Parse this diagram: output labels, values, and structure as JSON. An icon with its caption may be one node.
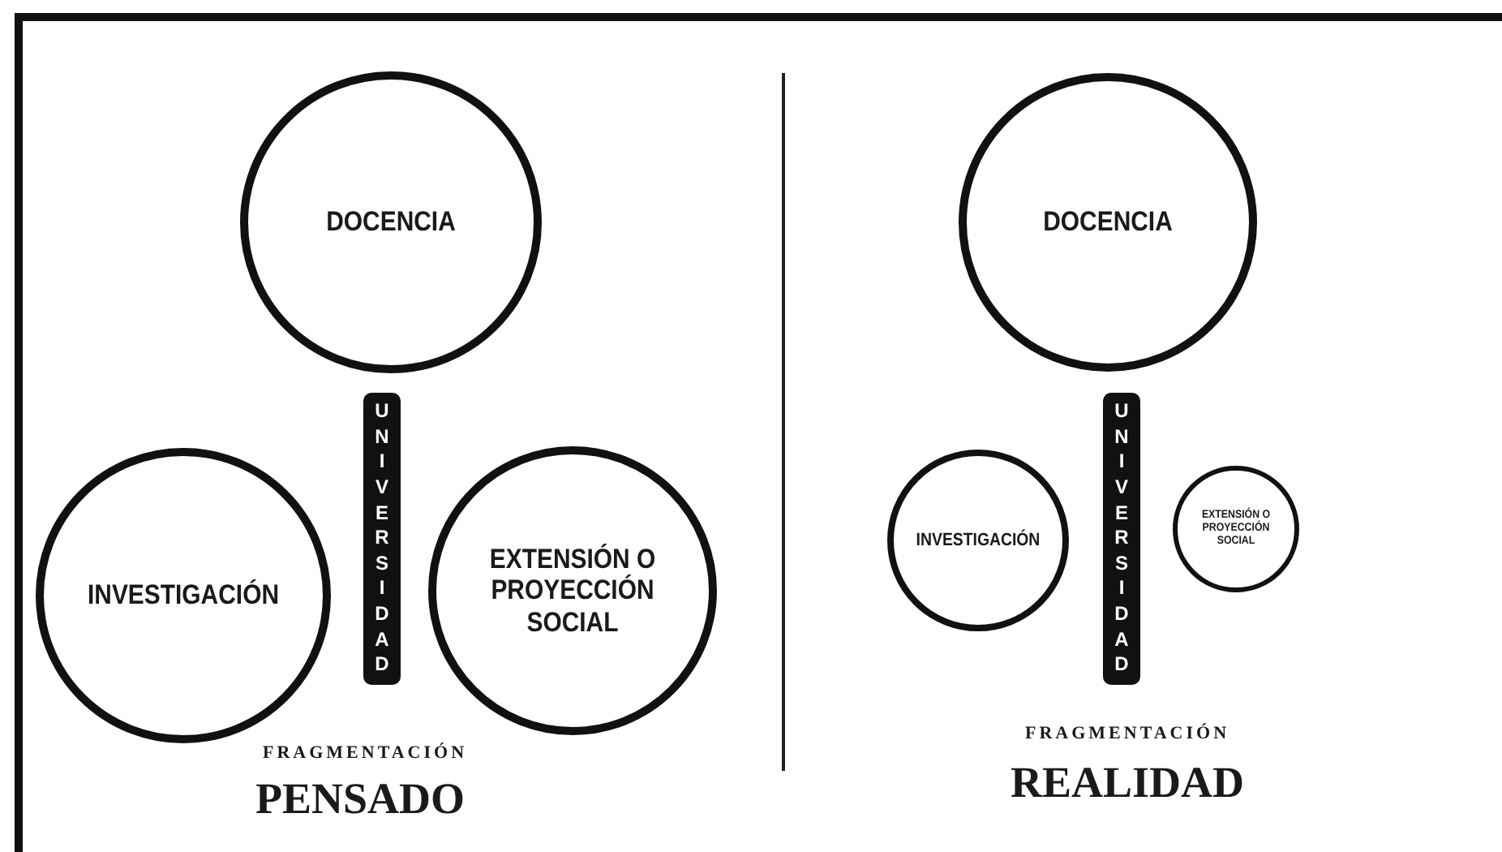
{
  "diagram": {
    "nodes": [
      {
        "text": [
          "DOCENCIA"
        ]
      },
      {
        "text": [
          "UNIVERSIDAD"
        ]
      },
      {
        "text": [
          "INVESTIGACIÓN"
        ]
      },
      {
        "text": [
          "EXTENSIÓN O PROYECCIÓN SOCIAL"
        ]
      },
      {
        "text": [
          "DOCENCIA"
        ]
      },
      {
        "text": [
          "UNIVERSIDAD"
        ]
      },
      {
        "text": [
          "INVESTIGACIÓN"
        ]
      },
      {
        "text": [
          "EXTENSIÓN O PROYECCIÓN SOCIAL"
        ]
      }
    ],
    "labels": [
      "FRAGMENTACIÓN",
      "PENSADO",
      "FRAGMENTACIÓN",
      "REALIDAD"
    ]
  }
}
